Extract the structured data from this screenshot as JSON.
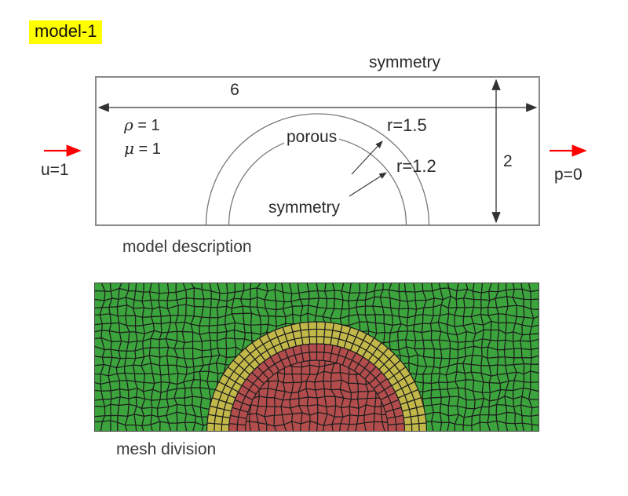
{
  "title": {
    "text": "model-1",
    "highlight_color": "#ffff00"
  },
  "colors": {
    "outline_gray": "#8a8a8a",
    "arc_gray": "#777777",
    "dim_black": "#333333",
    "flow_arrow_red": "#ff0000"
  },
  "model": {
    "caption": "model description",
    "boundary_top": "symmetry",
    "boundary_bottom": "symmetry",
    "region_label": "porous",
    "density": "ρ = 1",
    "viscosity": "μ = 1",
    "width_value": "6",
    "height_value": "2",
    "radius_outer": "r=1.5",
    "radius_inner": "r=1.2",
    "inlet": "u=1",
    "outlet": "p=0"
  },
  "mesh": {
    "caption": "mesh division",
    "colors": {
      "fluid_green": "#3ba43c",
      "porous_yellow": "#c2b84a",
      "core_red": "#b34d4d",
      "line": "#1e1e1e",
      "border": "#444444"
    },
    "geometry": {
      "width_units": 6,
      "height_units": 2,
      "r_outer_units": 1.5,
      "r_inner_units": 1.2
    }
  }
}
